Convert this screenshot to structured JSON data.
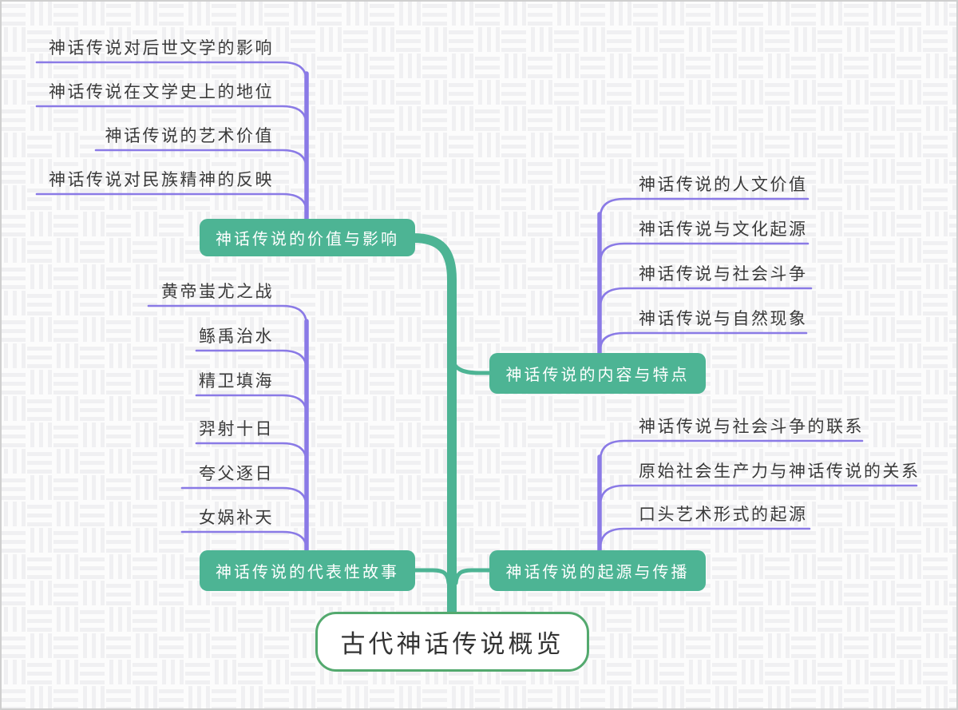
{
  "root": {
    "label": "古代神话传说概览"
  },
  "branches": [
    {
      "label": "神话传说的价值与影响",
      "children": [
        "神话传说对后世文学的影响",
        "神话传说在文学史上的地位",
        "神话传说的艺术价值",
        "神话传说对民族精神的反映"
      ]
    },
    {
      "label": "神话传说的内容与特点",
      "children": [
        "神话传说的人文价值",
        "神话传说与文化起源",
        "神话传说与社会斗争",
        "神话传说与自然现象"
      ]
    },
    {
      "label": "神话传说的代表性故事",
      "children": [
        "黄帝蚩尤之战",
        "鲧禹治水",
        "精卫填海",
        "羿射十日",
        "夸父逐日",
        "女娲补天"
      ]
    },
    {
      "label": "神话传说的起源与传播",
      "children": [
        "神话传说与社会斗争的联系",
        "原始社会生产力与神话传说的关系",
        "口头艺术形式的起源"
      ]
    }
  ],
  "colors": {
    "branch_node_fill": "#4DB494",
    "trunk_line": "#4DB494",
    "sub_branch_line": "#8A7AE6",
    "root_border": "#53A96E",
    "leaf_text": "#3a3a3a",
    "canvas_border": "#cfcfcf"
  }
}
